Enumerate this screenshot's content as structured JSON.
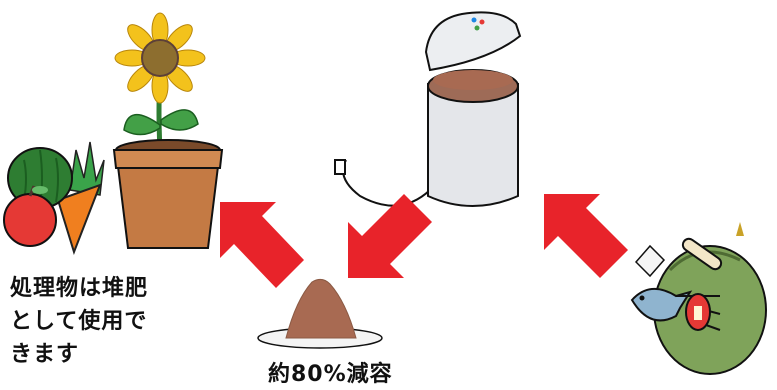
{
  "labels": {
    "compost_note_lines": [
      "処理物は堆肥",
      "として使用で",
      "きます"
    ],
    "volume_reduction": "約80%減容"
  },
  "colors": {
    "arrow": "#e8232a",
    "pot": "#c47a44",
    "compost": "#a86a52",
    "machine": "#e4e6ea",
    "petal": "#f3c21c"
  },
  "icons": [
    "vegetables-icon",
    "sunflower-pot-icon",
    "garbage-processor-icon",
    "compost-pile-icon",
    "food-waste-icon"
  ]
}
